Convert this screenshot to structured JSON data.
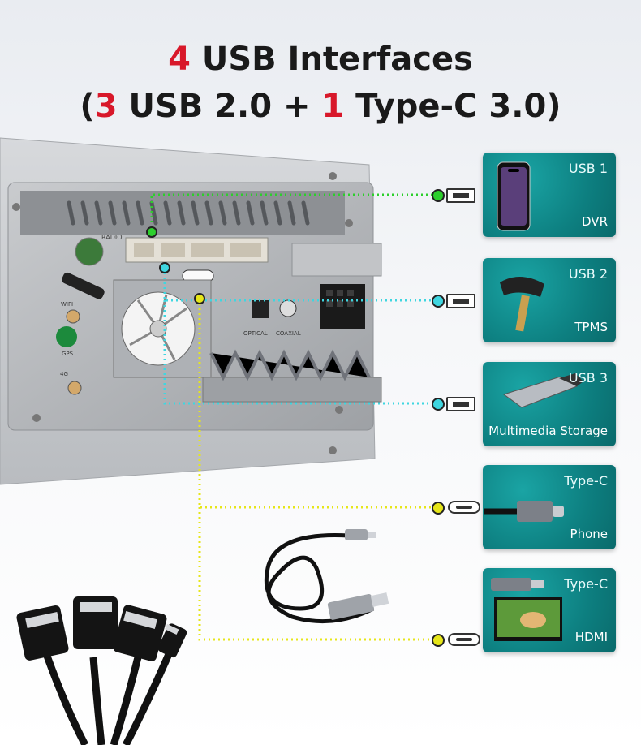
{
  "header": {
    "line1_num": "4",
    "line1_text": " USB Interfaces",
    "line2_open": "(",
    "line2_num1": "3",
    "line2_mid": " USB 2.0 + ",
    "line2_num2": "1",
    "line2_end": " Type-C 3.0)"
  },
  "interfaces": [
    {
      "tag": "USB 1",
      "device": "DVR",
      "port": "usb",
      "dot_color": "#2ccf2c"
    },
    {
      "tag": "USB 2",
      "device": "TPMS",
      "port": "usb",
      "dot_color": "#3fd6e0"
    },
    {
      "tag": "USB 3",
      "device": "Multimedia Storage",
      "port": "usb",
      "dot_color": "#3fd6e0"
    },
    {
      "tag": "Type-C",
      "device": "Phone",
      "port": "type-c",
      "dot_color": "#e6e619"
    },
    {
      "tag": "Type-C",
      "device": "HDMI",
      "port": "type-c",
      "dot_color": "#e6e619"
    }
  ],
  "head_unit_labels": {
    "radio": "RADIO",
    "optical": "OPTICAL",
    "coaxial": "COAXIAL",
    "gps": "GPS",
    "wifi": "WIFI",
    "fourg": "4G"
  },
  "colors": {
    "accent_red": "#d8182a",
    "card_teal": "#0d7f80",
    "line_green": "#2ccf2c",
    "line_cyan": "#3fd6e0",
    "line_yellow": "#e6e619"
  }
}
